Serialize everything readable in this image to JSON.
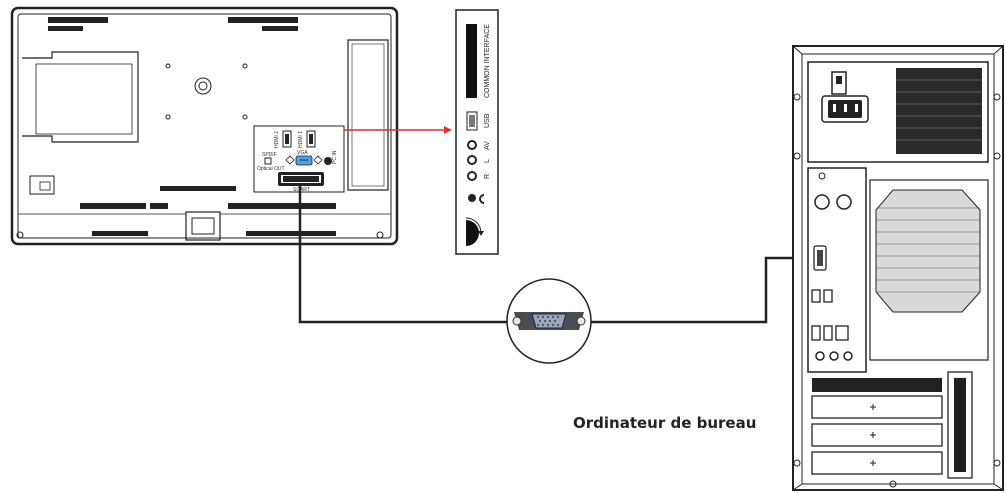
{
  "tv_panel": {
    "hdmi2": "HDMI 2",
    "hdmi1": "HDMI 1",
    "spdif": "SPDIF",
    "optical_out": "Optical OUT",
    "vga": "VGA",
    "pc_in": "PC IN",
    "scart": "SCART"
  },
  "side_panel": {
    "common_interface": "COMMON INTERFACE",
    "usb": "USB",
    "av": "AV",
    "l": "L",
    "r": "R"
  },
  "pc_label": "Ordinateur de bureau",
  "colors": {
    "cable": "#222222",
    "pointer": "#d9342b",
    "vga_highlight": "#4da3e6"
  }
}
